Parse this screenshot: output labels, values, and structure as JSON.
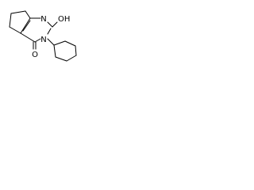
{
  "molecule": {
    "atom_labels": {
      "n_top": "N",
      "oh": "OH",
      "n_bottom": "N",
      "o": "O"
    },
    "colors": {
      "bond": "#000000",
      "label": "#000000",
      "background": "#ffffff"
    }
  }
}
